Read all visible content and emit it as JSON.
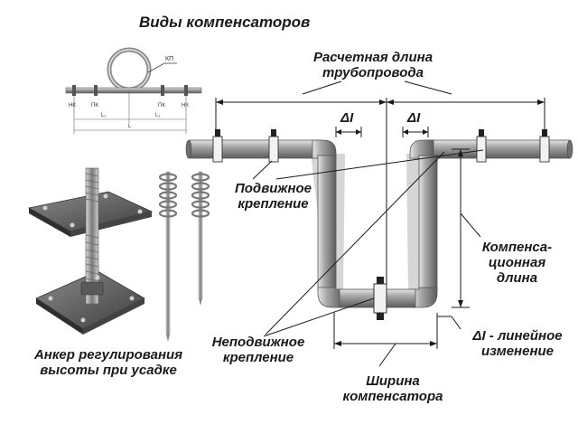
{
  "title": "Виды компенсаторов",
  "loop_schema": {
    "loop_mark": "КП",
    "left_outer": "НК",
    "left_inner": "ПК",
    "right_inner": "ПК",
    "right_outer": "НК",
    "dim_left": "L₁",
    "dim_right": "L₁",
    "dim_total": "L"
  },
  "labels": {
    "design_length_1": "Расчетная длина",
    "design_length_2": "трубопровода",
    "delta_left": "ΔI",
    "delta_right": "ΔI",
    "movable_1": "Подвижное",
    "movable_2": "крепление",
    "fixed_1": "Неподвижное",
    "fixed_2": "крепление",
    "comp_length_1": "Компенса-",
    "comp_length_2": "ционная",
    "comp_length_3": "длина",
    "delta_def_1": "ΔI - линейное",
    "delta_def_2": "изменение",
    "width_1": "Ширина",
    "width_2": "компенсатора",
    "anchor_1": "Анкер регулирования",
    "anchor_2": "высоты при усадке"
  },
  "colors": {
    "pipe": "#8f8f8f",
    "ink": "#1a1a1a",
    "plate": "#555555"
  }
}
